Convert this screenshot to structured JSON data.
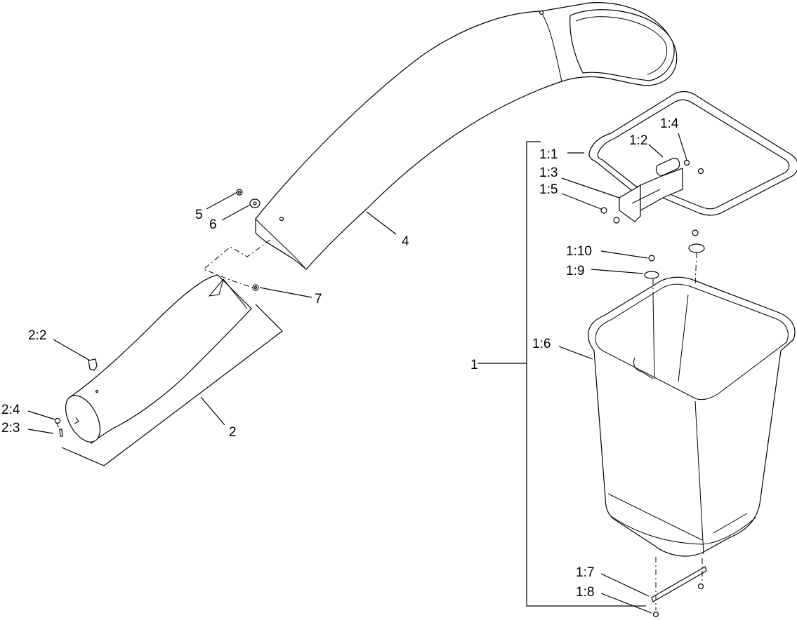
{
  "callouts": {
    "c1": "1",
    "c1_1": "1:1",
    "c1_2": "1:2",
    "c1_3": "1:3",
    "c1_4": "1:4",
    "c1_5": "1:5",
    "c1_6": "1:6",
    "c1_7": "1:7",
    "c1_8": "1:8",
    "c1_9": "1:9",
    "c1_10": "1:10",
    "c2": "2",
    "c2_2": "2:2",
    "c2_3": "2:3",
    "c2_4": "2:4",
    "c4": "4",
    "c5": "5",
    "c6": "6",
    "c7": "7"
  }
}
